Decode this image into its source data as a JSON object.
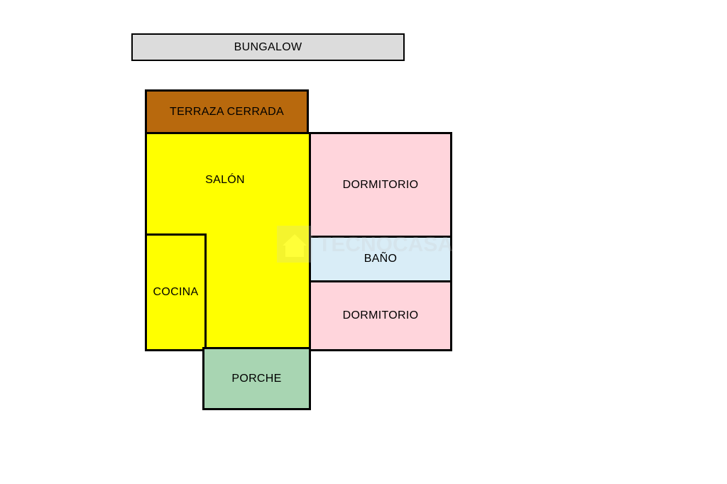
{
  "colors": {
    "title": "#dcdcdc",
    "terraza": "#b8690d",
    "salon": "#ffff00",
    "cocina": "#ffff00",
    "dormitorio": "#ffd5dc",
    "bano": "#d9edf7",
    "porche": "#a8d5b2",
    "border": "#000000"
  },
  "plan": {
    "title": "BUNGALOW",
    "rooms": {
      "terraza": "TERRAZA CERRADA",
      "salon": "SALÓN",
      "cocina": "COCINA",
      "dormitorio_1": "DORMITORIO",
      "bano": "BAÑO",
      "dormitorio_2": "DORMITORIO",
      "porche": "PORCHE"
    }
  },
  "watermark": {
    "icon": "house-logo-icon",
    "text": "TECNOCASA"
  }
}
